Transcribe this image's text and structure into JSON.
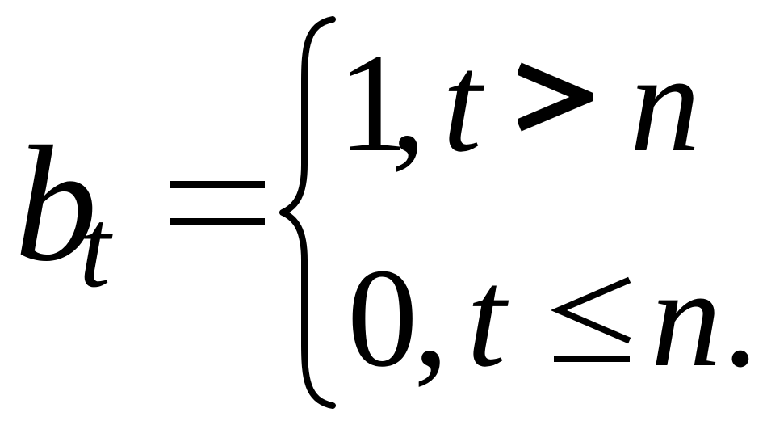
{
  "formula": {
    "lhs": {
      "base": "b",
      "subscript": "t"
    },
    "relation": "=",
    "cases": [
      {
        "value": "1",
        "separator": ",",
        "variable": "t",
        "operator": ">",
        "bound": "n",
        "terminator": ""
      },
      {
        "value": "0",
        "separator": ",",
        "variable": "t",
        "operator": "≤",
        "bound": "n",
        "terminator": "."
      }
    ]
  }
}
